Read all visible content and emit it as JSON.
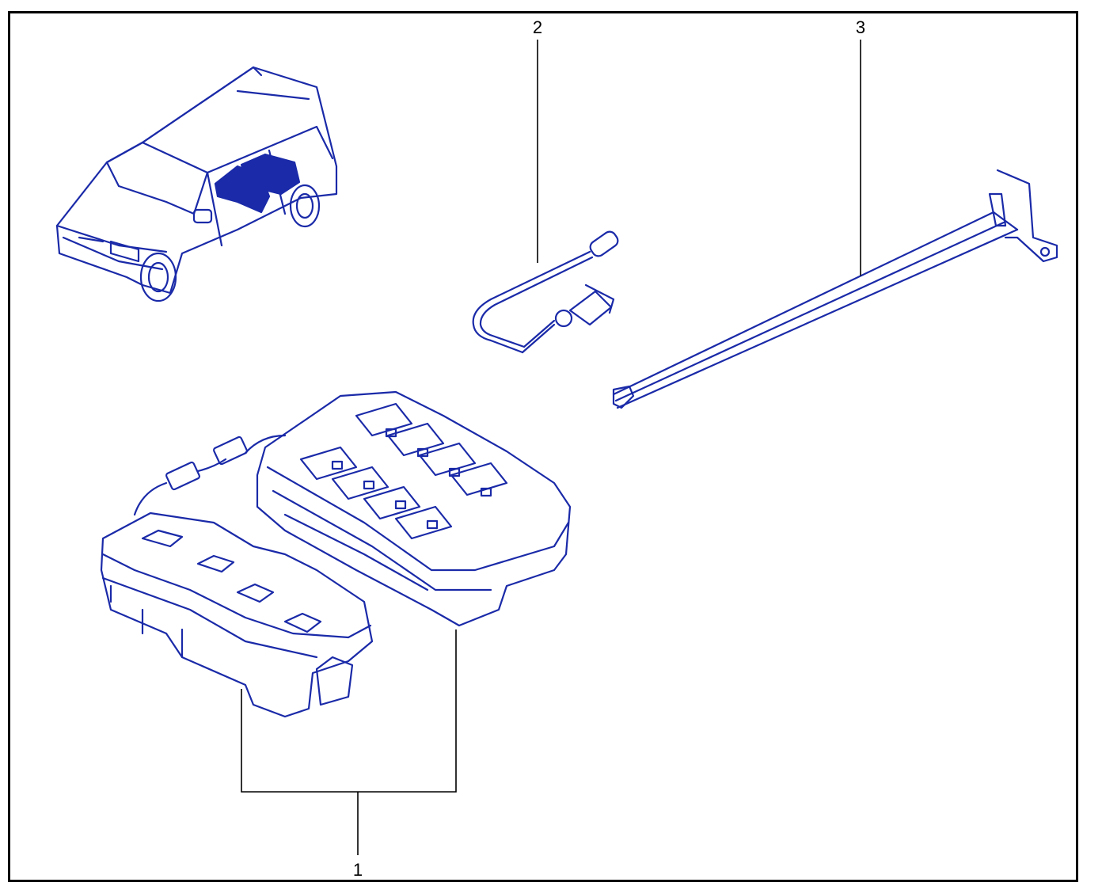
{
  "callouts": [
    {
      "id": "1",
      "label": "1"
    },
    {
      "id": "2",
      "label": "2"
    },
    {
      "id": "3",
      "label": "3"
    }
  ],
  "colors": {
    "line": "#1a2aa8",
    "highlight": "#1a2aa8",
    "leader": "#000000",
    "frame": "#000000",
    "background": "#ffffff"
  },
  "parts": [
    {
      "name": "vehicle-locator-icon"
    },
    {
      "name": "sensor-cable-part"
    },
    {
      "name": "support-bar-part"
    },
    {
      "name": "battery-pack-left-part"
    },
    {
      "name": "battery-pack-right-part"
    }
  ]
}
